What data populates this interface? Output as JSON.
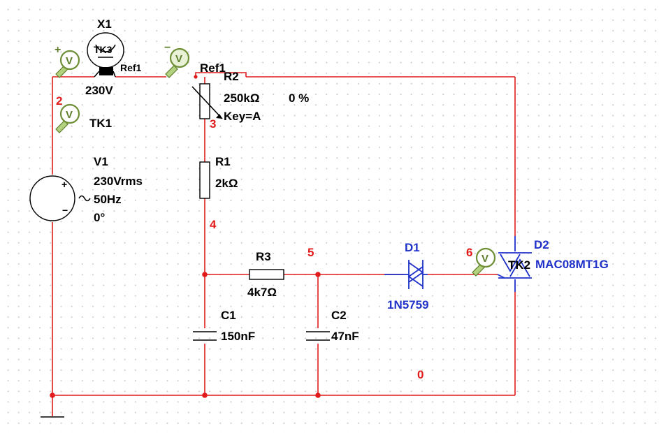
{
  "colors": {
    "wire": "#e11b1b",
    "component": "#000000",
    "diode": "#1f31c9",
    "probe": "#8fb34e"
  },
  "lamp": {
    "ref": "X1",
    "label": "TK3",
    "pin": "Ref1",
    "voltage": "230V"
  },
  "source": {
    "ref": "V1",
    "voltage": "230Vrms",
    "frequency": "50Hz",
    "phase": "0°",
    "plus": "+",
    "minus": "−"
  },
  "pot": {
    "ref": "R2",
    "pin": "Ref1",
    "value": "250kΩ",
    "setting": "0 %",
    "key": "Key=A"
  },
  "r1": {
    "ref": "R1",
    "value": "2kΩ"
  },
  "r3": {
    "ref": "R3",
    "value": "4k7Ω"
  },
  "c1": {
    "ref": "C1",
    "value": "150nF"
  },
  "c2": {
    "ref": "C2",
    "value": "47nF"
  },
  "d1": {
    "ref": "D1",
    "part": "1N5759"
  },
  "d2": {
    "ref": "D2",
    "part": "MAC08MT1G",
    "probe_label": "TK2"
  },
  "probes": {
    "tk1": "TK1",
    "v_symbol": "V",
    "plus": "+",
    "minus": "−"
  },
  "nodes": {
    "n2": "2",
    "n3": "3",
    "n4": "4",
    "n5": "5",
    "n6": "6",
    "n0": "0"
  }
}
